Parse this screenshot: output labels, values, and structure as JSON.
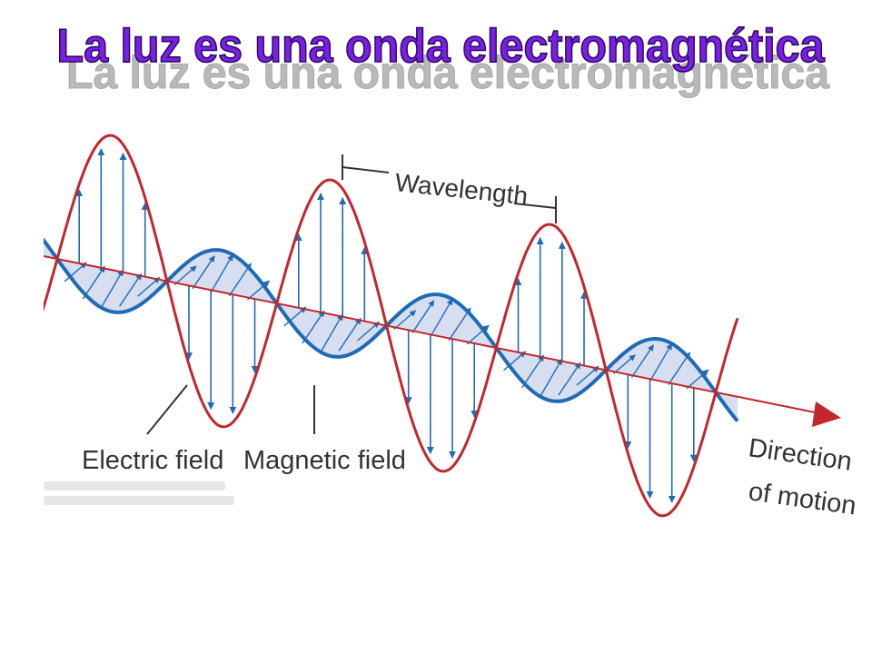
{
  "slide": {
    "title": "La luz es una onda electromagnética"
  },
  "diagram": {
    "labels": {
      "wavelength": "Wavelength",
      "electric_field": "Electric field",
      "magnetic_field": "Magnetic field",
      "direction_line1": "Direction",
      "direction_line2": "of motion"
    },
    "colors": {
      "title_fill": "#7b1fe6",
      "title_shadow": "#b9b9b9",
      "electric_wave": "#c2272d",
      "magnetic_wave": "#1f6bb5",
      "magnetic_fill": "#d6def0",
      "field_arrows": "#1f6bb5",
      "axis_arrow": "#c2272d",
      "label_text": "#333333"
    }
  }
}
